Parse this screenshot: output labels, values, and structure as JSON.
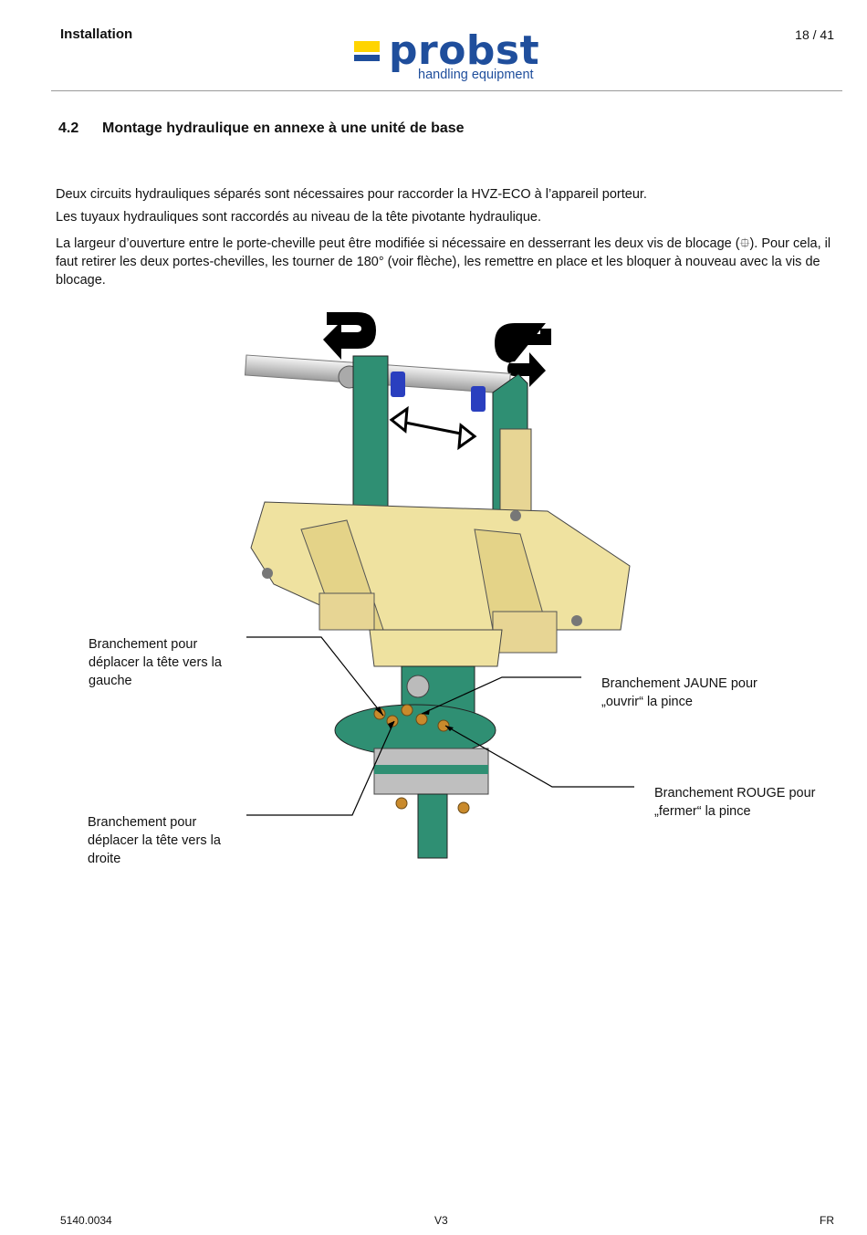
{
  "header": {
    "section": "Installation",
    "page": "18 / 41",
    "logo": {
      "word": "probst",
      "tagline": "handling equipment",
      "brand_blue": "#1f4e9c",
      "brand_yellow": "#ffd400"
    }
  },
  "section": {
    "number": "4.2",
    "title": "Montage hydraulique en annexe à une unité de base"
  },
  "paragraphs": [
    "Deux circuits hydrauliques séparés sont nécessaires pour raccorder la HVZ-ECO à l’appareil porteur.",
    "Les tuyaux hydrauliques sont raccordés au niveau de la tête pivotante hydraulique.",
    "La largeur d’ouverture entre le porte-cheville peut être modifiée si nécessaire en desserrant les deux vis de blocage (⯐). Pour cela, il faut retirer les deux portes-chevilles, les tourner de 180° (voir flèche), les remettre en place et les bloquer à nouveau avec la vis de blocage."
  ],
  "figure": {
    "labels": {
      "gauche": "Branchement pour déplacer la tête vers la gauche",
      "droite": "Branchement pour déplacer la tête vers la droite",
      "jaune": "Branchement JAUNE pour „ouvrir“ la pince",
      "rouge": "Branchement ROUGE pour „fermer“ la pince"
    },
    "colors": {
      "frame": "#efe2a0",
      "green": "#2f8f73",
      "blue": "#2a3fbf",
      "brass": "#c98a2c"
    }
  },
  "footer": {
    "doc_number": "5140.0034",
    "version": "V3",
    "language": "FR"
  }
}
